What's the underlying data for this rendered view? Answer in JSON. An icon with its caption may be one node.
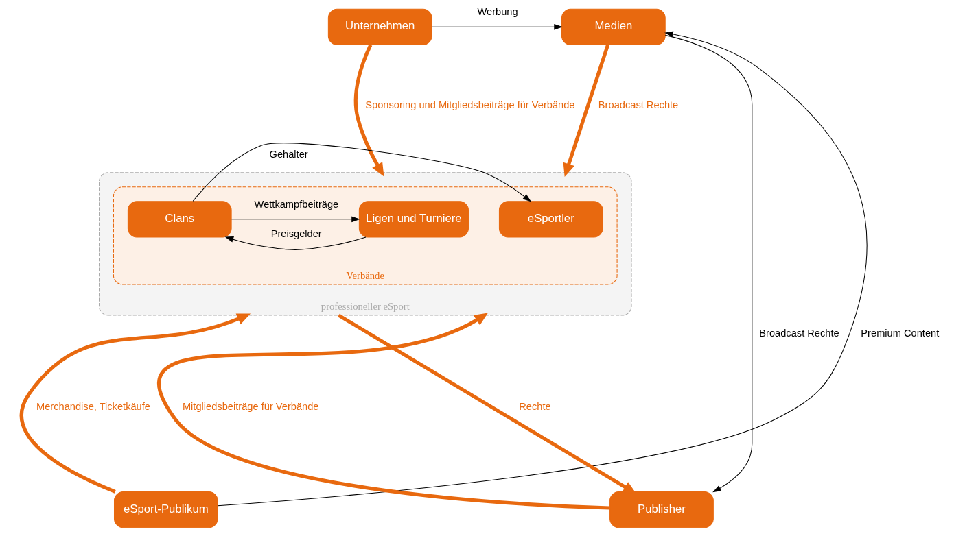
{
  "diagram": {
    "nodes": [
      {
        "text": [
          "Unternehmen"
        ]
      },
      {
        "text": [
          "Medien"
        ]
      },
      {
        "text": [
          "professioneller eSport"
        ]
      },
      {
        "text": [
          "Verbände"
        ],
        "in": 2
      },
      {
        "text": [
          "Ligen und Turniere"
        ],
        "in": 3
      },
      {
        "text": [
          "Clans"
        ],
        "in": 3
      },
      {
        "text": [
          "eSportler"
        ],
        "in": 3
      },
      {
        "text": [
          "eSport-Publikum"
        ]
      },
      {
        "text": [
          "Publisher"
        ]
      }
    ],
    "edges": [
      {
        "from": 0,
        "to": 1,
        "arrow": "to",
        "label": "Werbung"
      },
      {
        "from": 0,
        "to": 2,
        "arrow": "to",
        "label": "Sponsoring und Mitgliedsbeiträge für Verbände",
        "style": "thick",
        "color": "#e8690f"
      },
      {
        "from": 1,
        "to": 2,
        "arrow": "to",
        "label": "Broadcast Rechte",
        "style": "thick",
        "color": "#e8690f"
      },
      {
        "from": 1,
        "to": 8,
        "arrow": "to",
        "label": "Broadcast Rechte"
      },
      {
        "from": 4,
        "to": 5,
        "arrow": "to",
        "label": "Preisgelder"
      },
      {
        "from": 5,
        "to": 6,
        "arrow": "to",
        "label": "Gehälter"
      },
      {
        "from": 5,
        "to": 4,
        "arrow": "to",
        "label": "Wettkampfbeiträge"
      },
      {
        "from": 7,
        "to": 2,
        "arrow": "to",
        "label": "Merchandise, Ticketkäufe",
        "style": "thick",
        "color": "#e8690f"
      },
      {
        "from": 8,
        "to": 2,
        "arrow": "to",
        "label": "Mitgliedsbeiträge für Verbände",
        "style": "thick",
        "color": "#e8690f"
      },
      {
        "from": 2,
        "to": 8,
        "arrow": "to",
        "label": "Rechte",
        "style": "thick",
        "color": "#e8690f"
      },
      {
        "from": 7,
        "to": 1,
        "arrow": "to",
        "label": "Premium Content"
      }
    ]
  }
}
